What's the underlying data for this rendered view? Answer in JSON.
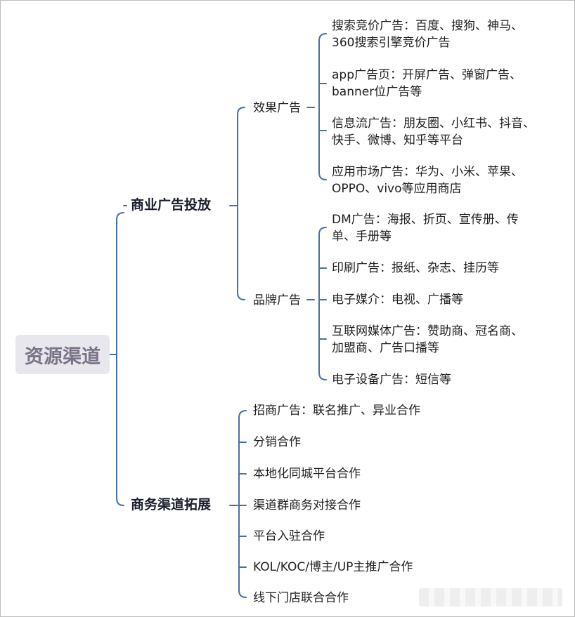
{
  "root": "资源渠道",
  "branches": [
    {
      "label": "商业广告投放",
      "children": [
        {
          "label": "效果广告",
          "items": [
            "搜索竞价广告：百度、搜狗、神马、360搜索引擎竞价广告",
            "app广告页：开屏广告、弹窗广告、banner位广告等",
            "信息流广告：朋友圈、小红书、抖音、快手、微博、知乎等平台",
            "应用市场广告：华为、小米、苹果、OPPO、vivo等应用商店"
          ]
        },
        {
          "label": "品牌广告",
          "items": [
            "DM广告：海报、折页、宣传册、传单、手册等",
            "印刷广告：报纸、杂志、挂历等",
            "电子媒介：电视、广播等",
            "互联网媒体广告：赞助商、冠名商、加盟商、广告口播等",
            "电子设备广告：短信等"
          ]
        }
      ]
    },
    {
      "label": "商务渠道拓展",
      "items": [
        "招商广告：联名推广、异业合作",
        "分销合作",
        "本地化同城平台合作",
        "渠道群商务对接合作",
        "平台入驻合作",
        "KOL/KOC/博主/UP主推广合作",
        "线下门店联合合作"
      ]
    }
  ],
  "colors": {
    "line": "#4a6fa5",
    "root_bg": "#e9e7ee",
    "root_text": "#7a7486"
  }
}
